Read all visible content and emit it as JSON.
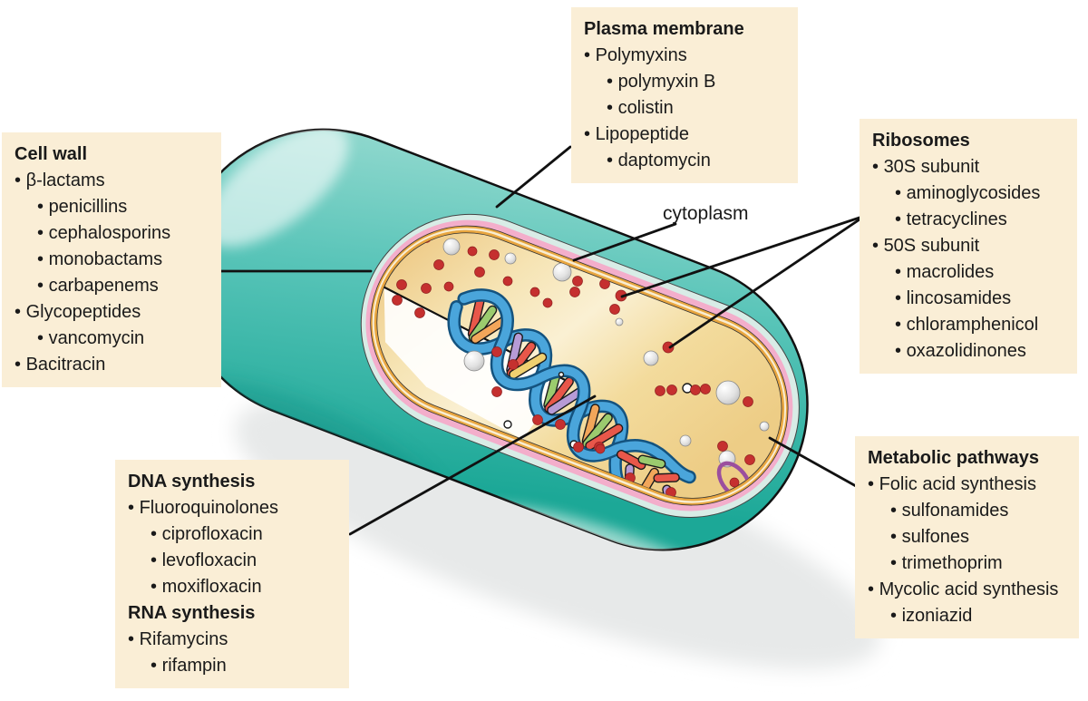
{
  "figure": {
    "cytoplasm_label": "cytoplasm",
    "boxes": {
      "cell_wall": {
        "entries": [
          {
            "k": "h",
            "t": "Cell wall"
          },
          {
            "k": "b1",
            "t": "β-lactams"
          },
          {
            "k": "b2",
            "t": "penicillins"
          },
          {
            "k": "b2",
            "t": "cephalosporins"
          },
          {
            "k": "b2",
            "t": "monobactams"
          },
          {
            "k": "b2",
            "t": "carbapenems"
          },
          {
            "k": "b1",
            "t": "Glycopeptides"
          },
          {
            "k": "b2",
            "t": "vancomycin"
          },
          {
            "k": "b1",
            "t": "Bacitracin"
          }
        ]
      },
      "plasma_membrane": {
        "entries": [
          {
            "k": "h",
            "t": "Plasma membrane"
          },
          {
            "k": "b1",
            "t": "Polymyxins"
          },
          {
            "k": "b2",
            "t": "polymyxin B"
          },
          {
            "k": "b2",
            "t": "colistin"
          },
          {
            "k": "b1",
            "t": "Lipopeptide"
          },
          {
            "k": "b2",
            "t": "daptomycin"
          }
        ]
      },
      "ribosomes": {
        "entries": [
          {
            "k": "h",
            "t": "Ribosomes"
          },
          {
            "k": "b1",
            "t": "30S subunit"
          },
          {
            "k": "b2",
            "t": "aminoglycosides"
          },
          {
            "k": "b2",
            "t": "tetracyclines"
          },
          {
            "k": "b1",
            "t": "50S subunit"
          },
          {
            "k": "b2",
            "t": "macrolides"
          },
          {
            "k": "b2",
            "t": "lincosamides"
          },
          {
            "k": "b2",
            "t": "chloramphenicol"
          },
          {
            "k": "b2",
            "t": "oxazolidinones"
          }
        ]
      },
      "dna_rna": {
        "entries": [
          {
            "k": "h",
            "t": "DNA synthesis"
          },
          {
            "k": "b1",
            "t": "Fluoroquinolones"
          },
          {
            "k": "b2",
            "t": "ciprofloxacin"
          },
          {
            "k": "b2",
            "t": "levofloxacin"
          },
          {
            "k": "b2",
            "t": "moxifloxacin"
          },
          {
            "k": "h",
            "t": "RNA synthesis"
          },
          {
            "k": "b1",
            "t": "Rifamycins"
          },
          {
            "k": "b2",
            "t": "rifampin"
          }
        ]
      },
      "metabolic": {
        "entries": [
          {
            "k": "h",
            "t": "Metabolic pathways"
          },
          {
            "k": "b1",
            "t": "Folic acid synthesis"
          },
          {
            "k": "b2",
            "t": "sulfonamides"
          },
          {
            "k": "b2",
            "t": "sulfones"
          },
          {
            "k": "b2",
            "t": "trimethoprim"
          },
          {
            "k": "b1",
            "t": "Mycolic acid synthesis"
          },
          {
            "k": "b2",
            "t": "izoniazid"
          }
        ]
      }
    },
    "colors": {
      "box_bg": "#FAEED6",
      "text": "#1A1A1A",
      "cell_wall_teal": "#3BBCAE",
      "pale_band": "#D8ECE6",
      "outer_membrane_gray": "#B1ADC0",
      "membrane_orange": "#E9A63F",
      "cut_face_pink": "#F3AECB",
      "cytoplasm_tan": "#F3DB9C",
      "ribosome_red": "#C5302F",
      "dna_blue": "#4AA5DB",
      "plasmid_purple": "#9B4F9E"
    }
  }
}
